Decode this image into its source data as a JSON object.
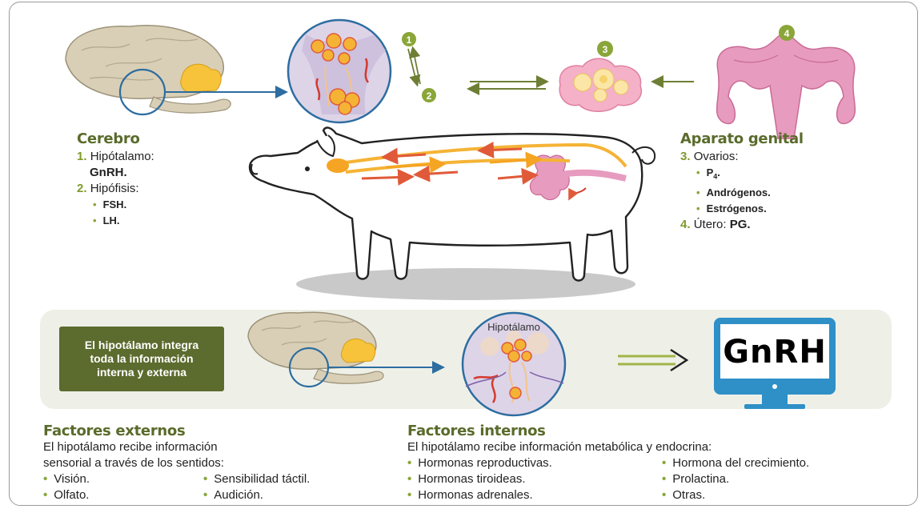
{
  "colors": {
    "olive": "#5c6b2e",
    "green_accent": "#8aa639",
    "pink": "#e79bbf",
    "orange": "#f5b335",
    "blue": "#2d6da0",
    "gnrh_blue": "#29a7df"
  },
  "markers": [
    "1",
    "2",
    "3",
    "4"
  ],
  "cerebro": {
    "title": "Cerebro",
    "item1_num": "1.",
    "item1_label": "Hipótalamo:",
    "item1_value": "GnRH.",
    "item2_num": "2.",
    "item2_label": "Hipófisis:",
    "sub": [
      "FSH.",
      "LH."
    ]
  },
  "aparato": {
    "title": "Aparato genital",
    "item3_num": "3.",
    "item3_label": "Ovarios:",
    "sub_p4_main": "P",
    "sub_p4_sub": "4",
    "sub_p4_end": ".",
    "sub_androgenos": "Andrógenos.",
    "sub_estrogenos": "Estrógenos.",
    "item4_num": "4.",
    "item4_label": "Útero:",
    "item4_value": "PG."
  },
  "middle": {
    "callout": "El hipotálamo integra toda la información interna y externa",
    "hipotalamo_label": "Hipotálamo",
    "screen_text": "GnRH"
  },
  "factores_externos": {
    "title": "Factores externos",
    "line1": "El hipotálamo recibe información",
    "line2": "sensorial a través de los sentidos:",
    "col1": [
      "Visión.",
      "Olfato."
    ],
    "col2": [
      "Sensibilidad táctil.",
      "Audición."
    ]
  },
  "factores_internos": {
    "title": "Factores internos",
    "line1": "El hipotálamo recibe información metabólica y endocrina:",
    "col1": [
      "Hormonas reproductivas.",
      "Hormonas tiroideas.",
      "Hormonas adrenales."
    ],
    "col2": [
      "Hormona del crecimiento.",
      "Prolactina.",
      "Otras."
    ]
  },
  "bullet": "•"
}
